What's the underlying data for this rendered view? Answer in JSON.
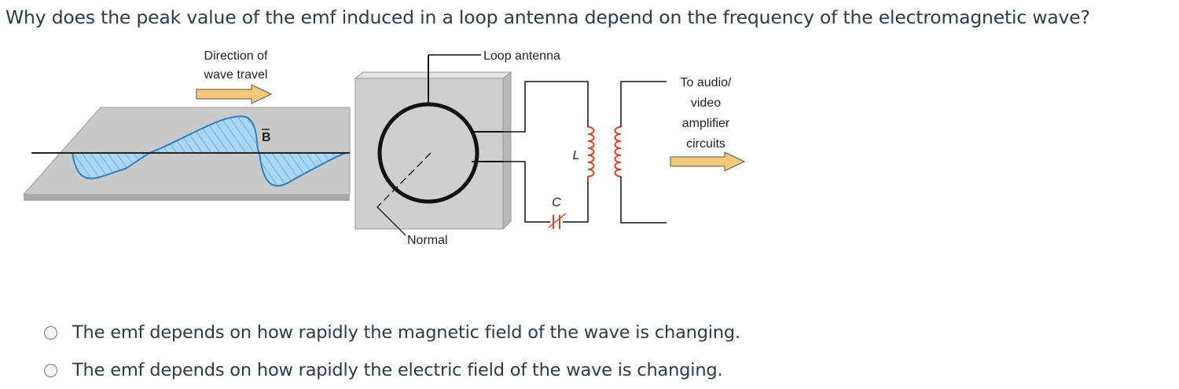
{
  "question": {
    "text": "Why does the peak value of the emf induced in a loop antenna depend on the frequency of the electromagnetic wave?"
  },
  "figure": {
    "direction_label_1": "Direction of",
    "direction_label_2": "wave travel",
    "loop_label": "Loop antenna",
    "output_label_1": "To audio/",
    "output_label_2": "video",
    "output_label_3": "amplifier",
    "output_label_4": "circuits",
    "field_label": "B",
    "inductor_label": "L",
    "capacitor_label": "C",
    "normal_label": "Normal",
    "colors": {
      "arrow_fill": "#f4c97a",
      "wave_fill": "#a9d6f2",
      "wave_stroke": "#2f7fc4",
      "slab": "#c9c9c9",
      "coil": "#d2452a"
    }
  },
  "answers": [
    {
      "text": "The emf depends on how rapidly the magnetic field of the wave is changing."
    },
    {
      "text": "The emf depends on how rapidly the electric field of the wave is changing."
    }
  ]
}
